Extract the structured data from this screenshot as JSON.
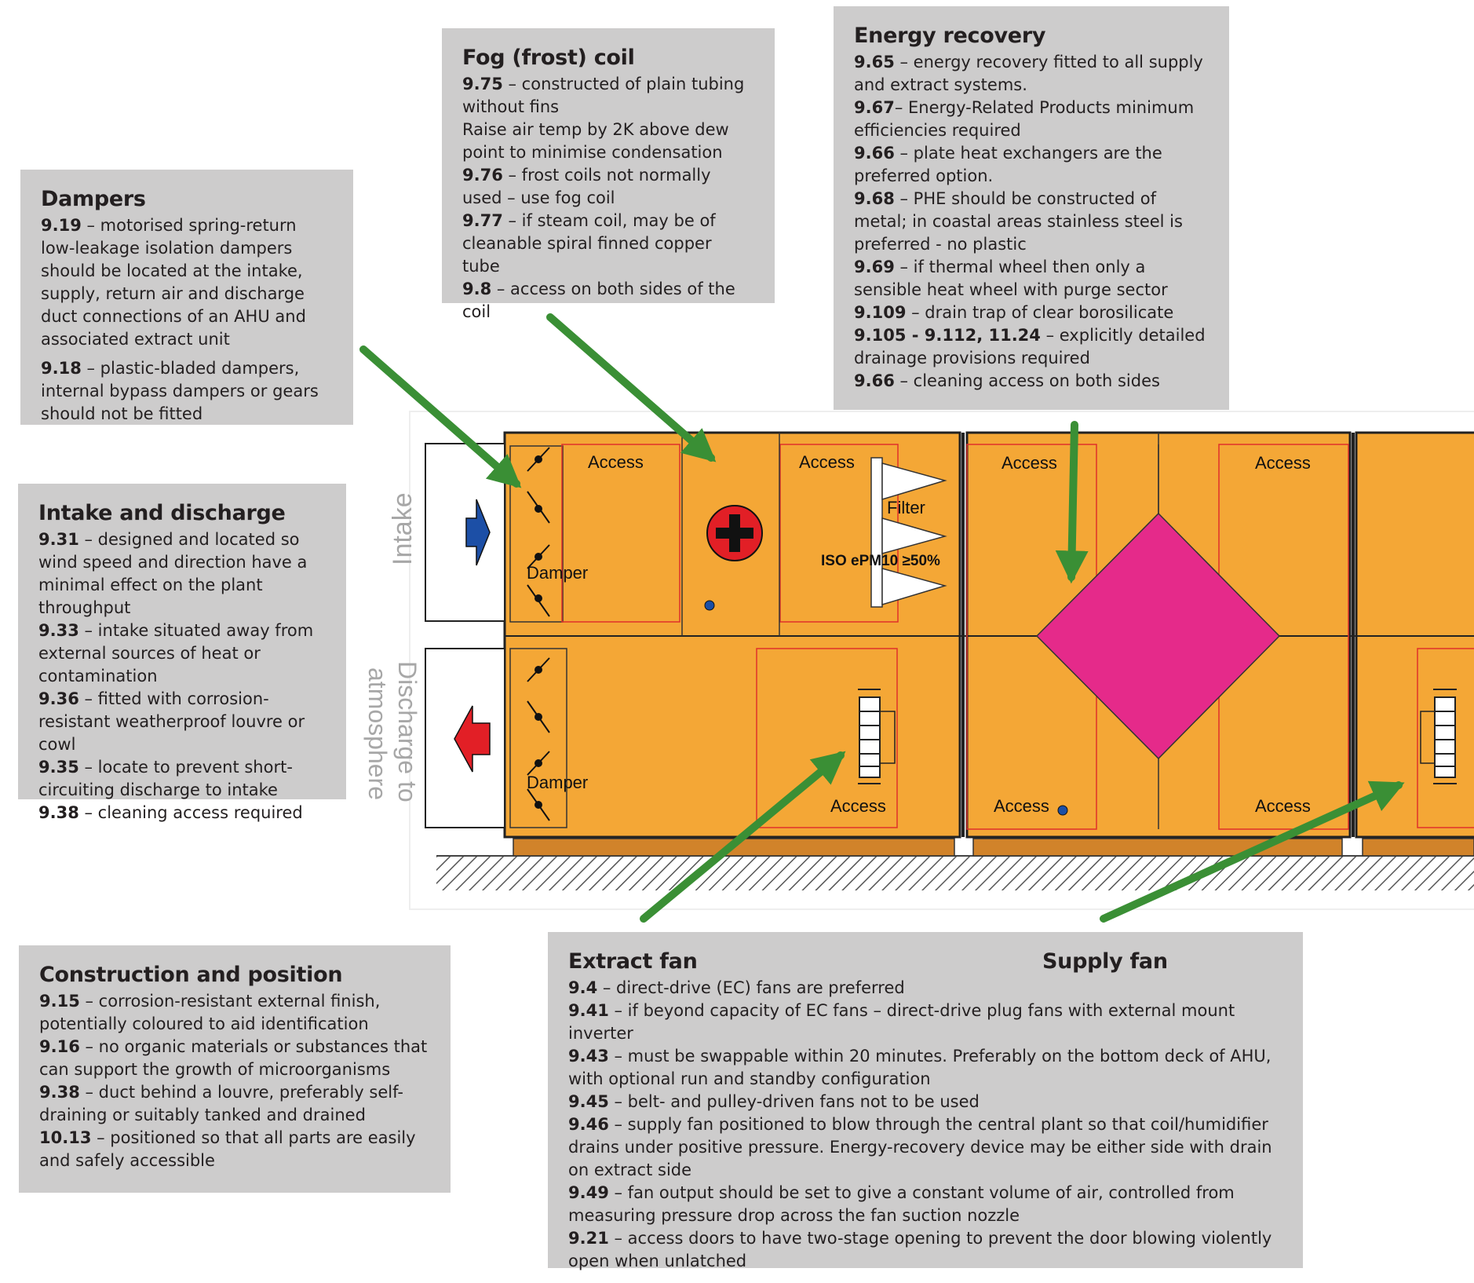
{
  "colors": {
    "box_bg": "#cdcccc",
    "casing": "#f4a736",
    "base": "#d1832a",
    "arrow_green": "#3a8f35",
    "arrow_intake": "#1c4fa6",
    "arrow_discharge": "#e21f26",
    "heat_exchanger": "#e52a8a",
    "coil_red": "#e21f26",
    "access_outline": "#e0302a"
  },
  "diagram": {
    "intake_label": "Intake",
    "discharge_label_line1": "Discharge to",
    "discharge_label_line2": "atmosphere",
    "damper_label": "Damper",
    "access_label": "Access",
    "filter_label": "Filter",
    "filter_grade": "ISO ePM10 ≥50%"
  },
  "boxes": {
    "dampers": {
      "title": "Dampers",
      "items": [
        {
          "ref": "9.19",
          "text": " – motorised spring-return low-leakage isolation dampers should be located at the intake, supply, return air and discharge duct connections of an AHU and associated extract unit"
        },
        {
          "ref": "9.18",
          "text": " – plastic-bladed dampers, internal bypass dampers or gears should not be fitted"
        }
      ]
    },
    "fog_coil": {
      "title": "Fog (frost) coil",
      "items": [
        {
          "ref": "9.75",
          "text": " – constructed of plain tubing without fins"
        },
        {
          "ref": "",
          "text": "Raise air temp by 2K above dew point to minimise condensation"
        },
        {
          "ref": "9.76",
          "text": " – frost coils not normally used – use fog coil"
        },
        {
          "ref": "9.77",
          "text": " – if steam coil, may be of cleanable spiral finned copper tube"
        },
        {
          "ref": "9.8",
          "text": " – access on both sides of the coil"
        }
      ]
    },
    "energy_recovery": {
      "title": "Energy recovery",
      "items": [
        {
          "ref": "9.65",
          "text": " – energy recovery fitted to all supply and extract systems."
        },
        {
          "ref": "9.67",
          "text": "– Energy-Related Products minimum efficiencies required"
        },
        {
          "ref": "9.66",
          "text": " – plate heat exchangers are the preferred option."
        },
        {
          "ref": "9.68",
          "text": " – PHE should be constructed of metal; in coastal areas stainless steel is preferred - no plastic"
        },
        {
          "ref": "9.69",
          "text": " – if thermal wheel then only a sensible heat wheel with purge sector"
        },
        {
          "ref": "9.109",
          "text": " – drain trap of clear borosilicate"
        },
        {
          "ref": "9.105 - 9.112, 11.24",
          "text": " – explicitly detailed drainage provisions required"
        },
        {
          "ref": "9.66",
          "text": " – cleaning access on both sides"
        }
      ]
    },
    "intake_discharge": {
      "title": "Intake and discharge",
      "items": [
        {
          "ref": "9.31",
          "text": " – designed and located so wind speed and direction have a minimal effect on the plant throughput"
        },
        {
          "ref": "9.33",
          "text": " – intake situated away from external sources of heat or contamination"
        },
        {
          "ref": "9.36",
          "text": " – fitted with corrosion-resistant weatherproof louvre or cowl"
        },
        {
          "ref": "9.35",
          "text": " – locate to prevent short-circuiting discharge to intake"
        },
        {
          "ref": "9.38",
          "text": " – cleaning access required"
        }
      ]
    },
    "construction": {
      "title": "Construction and position",
      "items": [
        {
          "ref": "9.15",
          "text": " – corrosion-resistant external finish, potentially coloured to aid identification"
        },
        {
          "ref": "9.16",
          "text": " – no organic materials or substances that can support the growth of microorganisms"
        },
        {
          "ref": "9.38",
          "text": " – duct behind a louvre, preferably self-draining or suitably tanked and drained"
        },
        {
          "ref": "10.13",
          "text": " – positioned so that all parts are easily and safely accessible"
        }
      ]
    },
    "fans": {
      "title_extract": "Extract fan",
      "title_supply": "Supply fan",
      "items": [
        {
          "ref": "9.4",
          "text": " – direct-drive (EC) fans are preferred"
        },
        {
          "ref": "9.41",
          "text": " – if beyond capacity of EC fans – direct-drive plug fans with external mount inverter"
        },
        {
          "ref": "9.43",
          "text": " – must be swappable within 20 minutes. Preferably on the bottom deck of AHU, with optional run and standby configuration"
        },
        {
          "ref": "9.45",
          "text": " – belt- and pulley-driven fans not to be used"
        },
        {
          "ref": "9.46",
          "text": " – supply fan positioned to blow through the central plant so that coil/humidifier drains under positive pressure. Energy-recovery device may be either side with drain on extract side"
        },
        {
          "ref": "9.49",
          "text": " – fan output should be set to give a constant volume of air, controlled from measuring pressure drop across the fan suction nozzle"
        },
        {
          "ref": "9.21",
          "text": " – access doors to have two-stage opening to prevent the door blowing violently open when unlatched"
        }
      ]
    }
  }
}
